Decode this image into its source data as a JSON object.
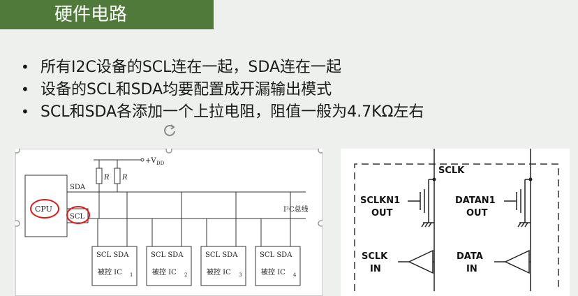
{
  "slide": {
    "title": "硬件电路",
    "bullets": [
      "所有I2C设备的SCL连在一起，SDA连在一起",
      "设备的SCL和SDA均要配置成开漏输出模式",
      "SCL和SDA各添加一个上拉电阻，阻值一般为4.7KΩ左右"
    ],
    "bullet_glyph": "•"
  },
  "bus_diagram": {
    "vdd_label": "+V",
    "vdd_sub": "DD",
    "resistor_label": "R",
    "cpu_label": "CPU",
    "sda_label": "SDA",
    "scl_label": "SCL",
    "bus_label": "I²C总线",
    "ic_pins": "SCL SDA",
    "ic_prefix": "被控 IC",
    "ic_subs": [
      "1",
      "2",
      "3",
      "4"
    ],
    "annotation_color": "#e01818"
  },
  "io_diagram": {
    "sclk_top": "SCLK",
    "out1_line1": "SCLKN1",
    "out1_line2": "OUT",
    "out2_line1": "DATAN1",
    "out2_line2": "OUT",
    "in1_line1": "SCLK",
    "in1_line2": "IN",
    "in2_line1": "DATA",
    "in2_line2": "IN"
  },
  "colors": {
    "title_bg": "#4f7a3a",
    "background": "#eef0ee",
    "selection_handle": "#888888"
  }
}
